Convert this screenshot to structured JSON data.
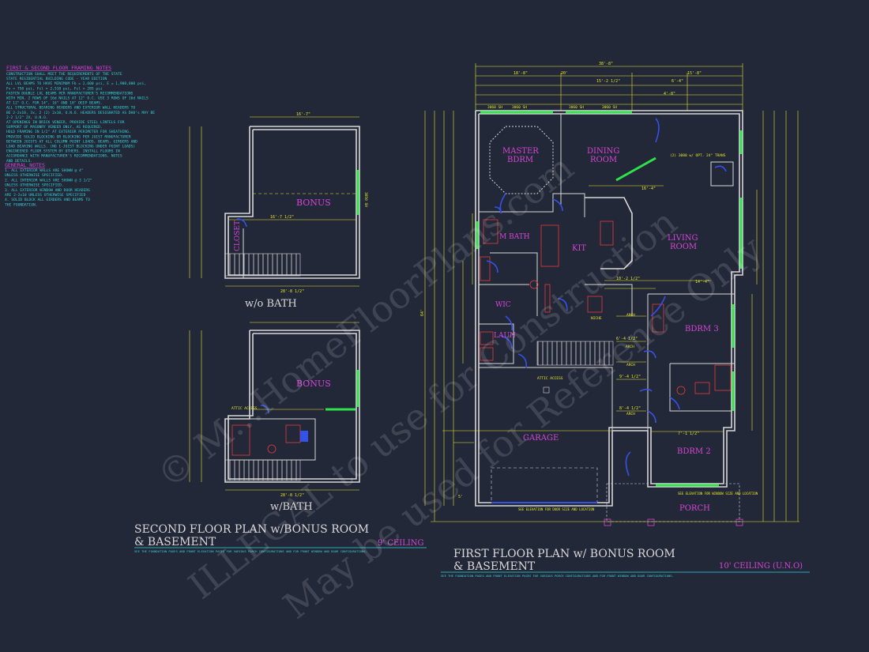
{
  "notes": {
    "framing_title": "FIRST & SECOND FLOOR FRAMING NOTES",
    "framing_lines": [
      "CONSTRUCTION SHALL MEET THE REQUIREMENTS OF THE STATE",
      "STATE RESIDENTIAL BUILDING CODE - YEAR EDITION",
      "ALL LVL BEAMS TO HAVE MINIMUM Fb = 2,600 psi, E = 1,900,000 psi,",
      "Fv = 750 psi, Fcl = 2,510 psi, Fcl = 285 psi",
      "FASTEN DOUBLE LVL BEAMS PER MANUFACTURER'S RECOMMENDATIONS",
      "WITH MIN. 2 ROWS OF 16d NAILS AT 12\" O.C. USE 3 ROWS OF 16d NAILS",
      "AT 12\" O.C. FOR 14\", 16\" AND 18\" DEEP BEAMS.",
      "ALL STRUCTURAL BEARING HEADERS AND EXTERIOR WALL HEADERS TO",
      "BE 2-2x10, 3x, 2 (2) 2x10, U.N.O. HEADERS DESIGNATED AS DH8's MAY BE",
      "2-2 1/2\" 2X, U.N.O.",
      "AT OPENINGS IN BRICK VENEER, PROVIDE STEEL LINTELS FOR",
      "SUPPORT OF MASONRY VENEER ONLY, AS REQUIRED.",
      "HOLD FRAMING IN 1/2\" AT EXTERIOR PERIMETER FOR SHEATHING.",
      "PROVIDE SOLID BLOCKING OR BLOCKING PER JOIST MANUFACTURER",
      "BETWEEN JOISTS AT ALL COLUMN POINT LOADS, BEAMS, GIRDERS AND",
      "LOAD BEARING WALLS. (NO I-JOIST BLOCKING UNDER POINT LOADS)",
      "ENGINEERED FLOOR SYSTEM BY OTHERS. INSTALL FLOORS IN",
      "ACCORDANCE WITH MANUFACTURER'S RECOMMENDATIONS, NOTES",
      "AND DETAILS."
    ],
    "general_title": "GENERAL NOTES",
    "general_lines": [
      "1.  ALL EXTERIOR WALLS ARE SHOWN @ 4\"",
      "     UNLESS OTHERWISE SPECIFIED.",
      "2.  ALL INTERIOR WALLS ARE SHOWN @ 3 1/2\"",
      "     UNLESS OTHERWISE SPECIFIED.",
      "3.  ALL EXTERIOR WINDOW AND DOOR HEADERS",
      "     ARE 2-2x10 UNLESS OTHERWISE SPECIFIED",
      "4.  SOLID BLOCK ALL GIRDERS AND BEAMS TO",
      "     THE FOUNDATION."
    ]
  },
  "second_floor": {
    "plan_wo_bath_caption": "w/o BATH",
    "plan_w_bath_caption": "w/BATH",
    "rooms": {
      "bonus_top": "BONUS",
      "closet": "CLOSET",
      "bonus_bottom": "BONUS"
    },
    "title_line1": "SECOND FLOOR PLAN w/BONUS ROOM",
    "title_line2": "& BASEMENT",
    "ceiling": "9' CEILING",
    "note": "SEE THE FOUNDATION PAGES AND FRONT ELEVATION PAGES FOR VARIOUS PORCH CONFIGURATIONS AND FOR FRONT WINDOW AND DOOR CONFIGURATIONS.",
    "attic_access": "ATTIC ACCESS"
  },
  "first_floor": {
    "rooms": {
      "master": "MASTER",
      "master2": "BDRM",
      "dining": "DINING",
      "dining2": "ROOM",
      "living": "LIVING",
      "living2": "ROOM",
      "m_bath": "M BATH",
      "kit": "KIT",
      "wic": "WIC",
      "laun": "LAUN",
      "bdrm3": "BDRM 3",
      "garage": "GARAGE",
      "bdrm2": "BDRM 2",
      "porch": "PORCH"
    },
    "title_line1": "FIRST FLOOR PLAN w/ BONUS ROOM",
    "title_line2": "& BASEMENT",
    "ceiling": "10' CEILING (U.N.O)",
    "note": "SEE THE FOUNDATION PAGES AND FRONT ELEVATION PAGES FOR VARIOUS PORCH CONFIGURATIONS AND FOR FRONT WINDOW AND DOOR CONFIGURATIONS.",
    "attic_access": "ATTIC ACCESS",
    "garage_note": "SEE ELEVATION FOR DOOR SIZE AND LOCATION",
    "porch_note": "SEE ELEVATION FOR WINDOW SIZE AND LOCATION",
    "trans_note": "(2) 3080 w/ OPT. 24\" TRANS",
    "arch1": "ARCH",
    "arch2": "ARCH",
    "arch3": "ARCH",
    "arch4": "ARCH",
    "niche": "NICHE",
    "overall_width": "38'-8\"",
    "overall_depth": "64'",
    "dim_a": "18'-8\"",
    "dim_b": "20'",
    "dim_c": "15'-8\"",
    "dim_d": "15'-2 1/2\"",
    "dim_e": "6'-4\"",
    "dim_f": "14'-4\"",
    "dim_g": "9'-4 1/2\"",
    "dim_h": "8'-4 1/2\"",
    "dim_i": "7'-1 1/2\"",
    "dim_j": "5'",
    "dim_k": "10'-2 1/2\"",
    "dim_l": "16'-4\"",
    "dim_m": "6'-4 1/2\"",
    "dim_n": "4'-8\"",
    "win1": "3060 SH",
    "win2": "3060 SH",
    "win3": "3060 SH",
    "win4": "3060 SH"
  },
  "watermark": {
    "line1": "© M...HomeFloorPlans.com",
    "line2": "ILLEGAL to use for Construction",
    "line3": "May be used for Reference Only"
  },
  "colors": {
    "background": "#232838",
    "walls": "#d8d8d8",
    "dimensions": "#e6e62a",
    "room_labels": "#d545d6",
    "notes": "#32d2d8",
    "windows": "#2fe24a",
    "doors": "#3451e8",
    "fixtures": "#e23b3b"
  }
}
